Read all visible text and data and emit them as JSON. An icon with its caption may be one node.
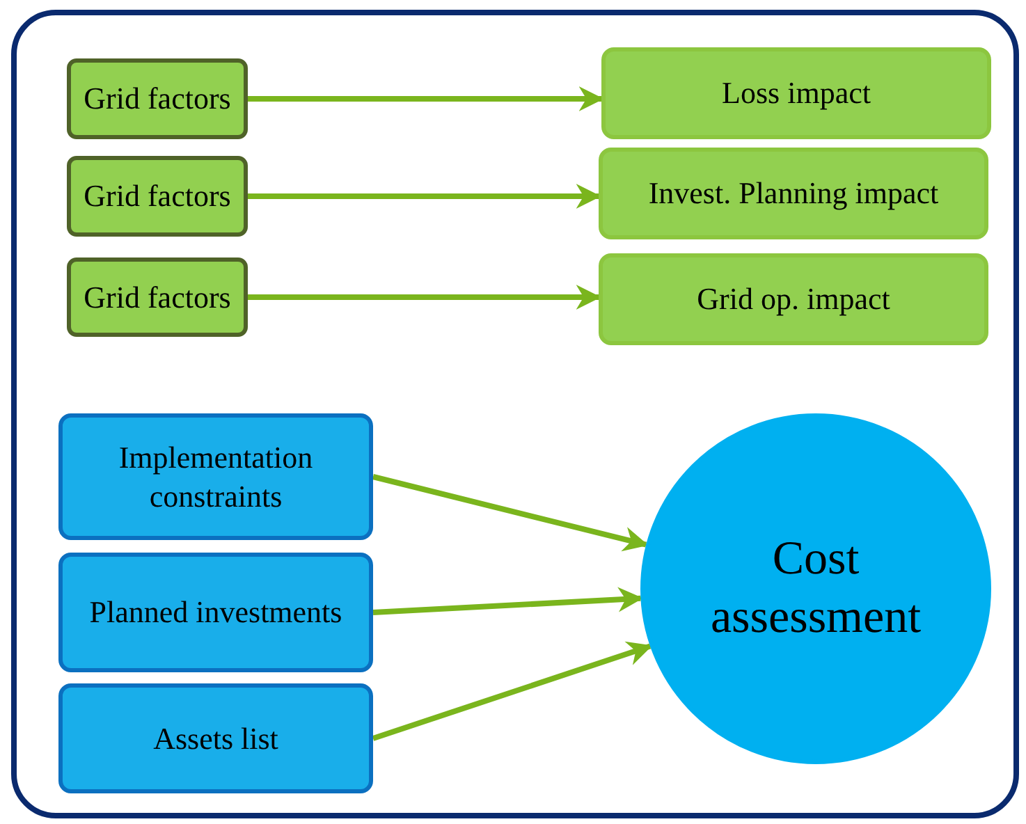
{
  "diagram": {
    "nodes": [
      {
        "text": [
          "Grid factors"
        ]
      },
      {
        "text": [
          "Loss impact"
        ]
      },
      {
        "text": [
          "Grid factors"
        ]
      },
      {
        "text": [
          "Invest. Planning impact"
        ]
      },
      {
        "text": [
          "Grid factors"
        ]
      },
      {
        "text": [
          "Grid op. impact"
        ]
      },
      {
        "text": [
          "Implementation constraints"
        ]
      },
      {
        "text": [
          "Planned investments"
        ]
      },
      {
        "text": [
          "Assets list"
        ]
      },
      {
        "text": [
          "Cost assessment"
        ]
      }
    ],
    "edges": [
      {
        "from": 0,
        "to": 1,
        "arrow": "to"
      },
      {
        "from": 2,
        "to": 3,
        "arrow": "to"
      },
      {
        "from": 4,
        "to": 5,
        "arrow": "to"
      },
      {
        "from": 6,
        "to": 9,
        "arrow": "to"
      },
      {
        "from": 7,
        "to": 9,
        "arrow": "to"
      },
      {
        "from": 8,
        "to": 9,
        "arrow": "to"
      }
    ]
  }
}
